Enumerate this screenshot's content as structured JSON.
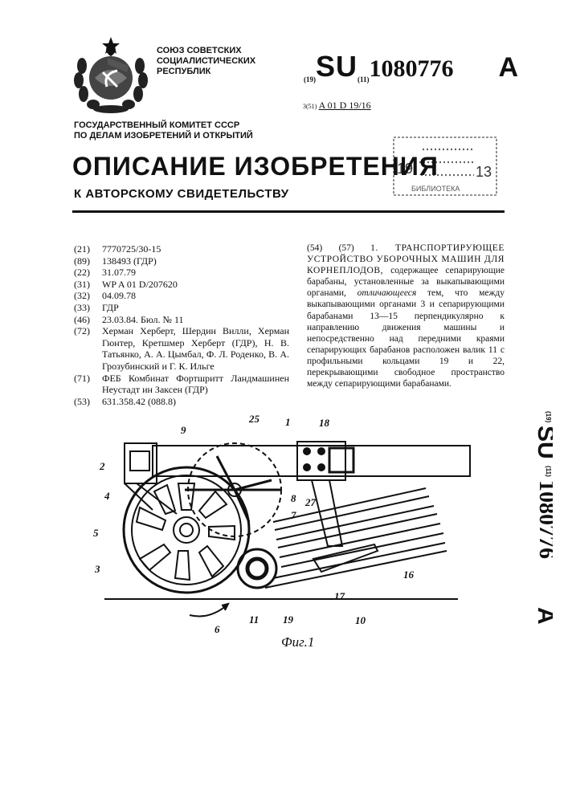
{
  "header": {
    "organization": [
      "СОЮЗ СОВЕТСКИХ",
      "СОЦИАЛИСТИЧЕСКИХ",
      "РЕСПУБЛИК"
    ],
    "pub_prefix_19": "(19)",
    "pub_country": "SU",
    "pub_prefix_11": "(11)",
    "pub_number": "1080776",
    "pub_kind": "A",
    "ipc_prefix": "3(51)",
    "ipc_code": "A 01 D 19/16",
    "committee": [
      "ГОСУДАРСТВЕННЫЙ КОМИТЕТ СССР",
      "ПО ДЕЛАМ ИЗОБРЕТЕНИЙ И ОТКРЫТИЙ"
    ],
    "title": "ОПИСАНИЕ ИЗОБРЕТЕНИЯ",
    "subtitle": "К АВТОРСКОМУ СВИДЕТЕЛЬСТВУ"
  },
  "stamp": {
    "left_digit": "19",
    "right_digit": "13",
    "bottom_text": "БИБЛИОТЕКА"
  },
  "biblio": [
    {
      "code": "(21)",
      "value": "7770725/30-15"
    },
    {
      "code": "(89)",
      "value": "138493 (ГДР)"
    },
    {
      "code": "(22)",
      "value": "31.07.79"
    },
    {
      "code": "(31)",
      "value": "WP A 01 D/207620"
    },
    {
      "code": "(32)",
      "value": "04.09.78"
    },
    {
      "code": "(33)",
      "value": "ГДР"
    },
    {
      "code": "(46)",
      "value": "23.03.84. Бюл. № 11"
    },
    {
      "code": "(72)",
      "value": "Херман Херберт, Шердин Вилли, Херман Гюнтер, Кретшмер Херберт (ГДР), Н. В. Татьянко, А. А. Цымбал, Ф. Л. Роденко, В. А. Грозубинский и Г. К. Ильге"
    },
    {
      "code": "(71)",
      "value": "ФЕБ Комбинат Фортшритт Ландмашинен Неустадт ин Заксен (ГДР)"
    },
    {
      "code": "(53)",
      "value": "631.358.42 (088.8)"
    }
  ],
  "abstract": {
    "codes": "(54) (57)",
    "heading": "1. ТРАНСПОРТИРУЮЩЕЕ УСТРОЙСТВО УБОРОЧНЫХ МАШИН ДЛЯ КОРНЕПЛОДОВ,",
    "text_a": "содержащее сепарирующие барабаны, установленные за выкапывающими органами,",
    "emphasis": "отличающееся",
    "text_b": "тем, что между выкапывающими органами 3 и сепарирующими барабанами 13—15 перпендикулярно к направлению движения машины и непосредственно над передними краями сепарирующих барабанов расположен валик 11 с профильными кольцами 19 и 22, перекрывающими свободное пространство между сепарирующими барабанами."
  },
  "figure": {
    "caption": "Фиг.1",
    "labels": [
      "25",
      "1",
      "18",
      "9",
      "2",
      "4",
      "8",
      "7",
      "27",
      "5",
      "3",
      "16",
      "17",
      "11",
      "19",
      "10",
      "6"
    ]
  },
  "side": {
    "prefix_19": "(19)",
    "country": "SU",
    "prefix_11": "(11)",
    "number": "1080776",
    "kind": "A"
  }
}
